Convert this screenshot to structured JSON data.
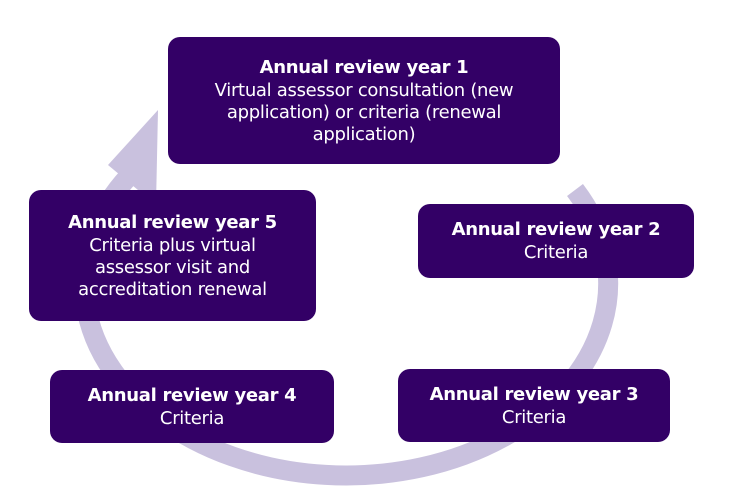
{
  "colors": {
    "box": "#330066",
    "ring": "#c9c1de",
    "text": "#ffffff"
  },
  "steps": [
    {
      "title": "Annual review year 1",
      "body": "Virtual assessor consultation (new application) or criteria (renewal application)"
    },
    {
      "title": "Annual review year 2",
      "body": "Criteria"
    },
    {
      "title": "Annual review year 3",
      "body": "Criteria"
    },
    {
      "title": "Annual review year 4",
      "body": "Criteria"
    },
    {
      "title": "Annual review year 5",
      "body": "Criteria plus virtual assessor visit and accreditation renewal"
    }
  ]
}
